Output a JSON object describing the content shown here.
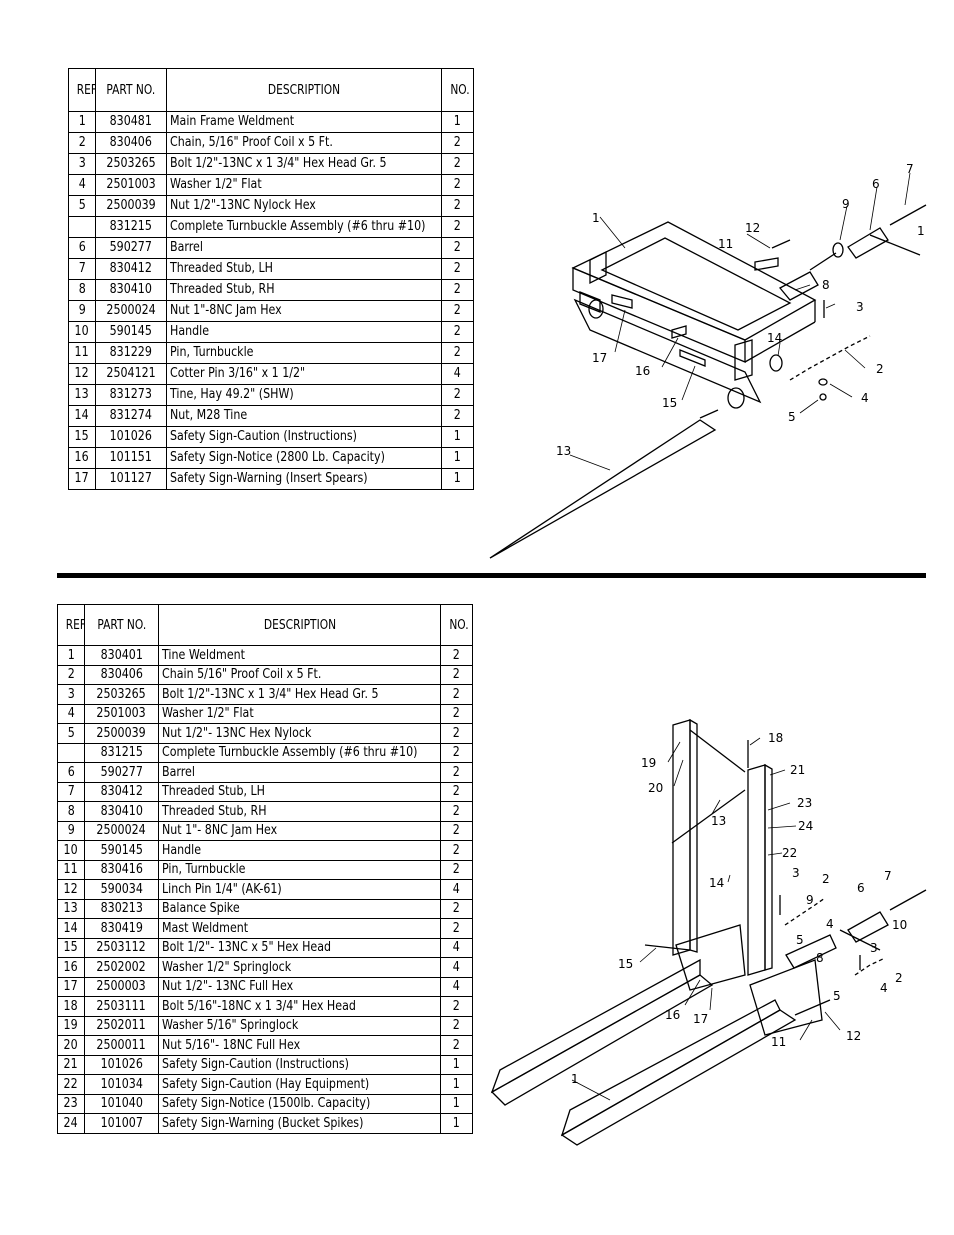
{
  "table1": {
    "headers": {
      "ref": "REF NO.",
      "part": "PART NO.",
      "desc": "DESCRIPTION",
      "req": "NO. REQ."
    },
    "rows": [
      {
        "ref": "1",
        "part": "830481",
        "desc": "Main Frame Weldment",
        "req": "1"
      },
      {
        "ref": "2",
        "part": "830406",
        "desc": "Chain, 5/16\" Proof Coil x 5 Ft.",
        "req": "2"
      },
      {
        "ref": "3",
        "part": "2503265",
        "desc": "Bolt 1/2\"-13NC x 1 3/4\" Hex Head Gr. 5",
        "req": "2"
      },
      {
        "ref": "4",
        "part": "2501003",
        "desc": "Washer 1/2\" Flat",
        "req": "2"
      },
      {
        "ref": "5",
        "part": "2500039",
        "desc": "Nut 1/2\"-13NC Nylock Hex",
        "req": "2"
      },
      {
        "ref": "",
        "part": "831215",
        "desc": "Complete Turnbuckle Assembly (#6 thru #10)",
        "req": "2"
      },
      {
        "ref": "6",
        "part": "590277",
        "desc": "Barrel",
        "req": "2"
      },
      {
        "ref": "7",
        "part": "830412",
        "desc": "Threaded Stub, LH",
        "req": "2"
      },
      {
        "ref": "8",
        "part": "830410",
        "desc": "Threaded Stub, RH",
        "req": "2"
      },
      {
        "ref": "9",
        "part": "2500024",
        "desc": "Nut 1\"-8NC Jam Hex",
        "req": "2"
      },
      {
        "ref": "10",
        "part": "590145",
        "desc": "Handle",
        "req": "2"
      },
      {
        "ref": "11",
        "part": "831229",
        "desc": "Pin, Turnbuckle",
        "req": "2"
      },
      {
        "ref": "12",
        "part": "2504121",
        "desc": "Cotter Pin 3/16\" x 1 1/2\"",
        "req": "4"
      },
      {
        "ref": "13",
        "part": "831273",
        "desc": "Tine, Hay 49.2\" (SHW)",
        "req": "2"
      },
      {
        "ref": "14",
        "part": "831274",
        "desc": "Nut, M28 Tine",
        "req": "2"
      },
      {
        "ref": "15",
        "part": "101026",
        "desc": "Safety Sign-Caution (Instructions)",
        "req": "1"
      },
      {
        "ref": "16",
        "part": "101151",
        "desc": "Safety Sign-Notice (2800 Lb. Capacity)",
        "req": "1"
      },
      {
        "ref": "17",
        "part": "101127",
        "desc": "Safety Sign-Warning (Insert Spears)",
        "req": "1"
      }
    ]
  },
  "table2": {
    "headers": {
      "ref": "REF NO.",
      "part": "PART NO.",
      "desc": "DESCRIPTION",
      "req": "NO. REQ."
    },
    "rows": [
      {
        "ref": "1",
        "part": "830401",
        "desc": "Tine Weldment",
        "req": "2"
      },
      {
        "ref": "2",
        "part": "830406",
        "desc": "Chain 5/16\" Proof Coil x 5 Ft.",
        "req": "2"
      },
      {
        "ref": "3",
        "part": "2503265",
        "desc": "Bolt 1/2\"-13NC x 1 3/4\" Hex Head Gr. 5",
        "req": "2"
      },
      {
        "ref": "4",
        "part": "2501003",
        "desc": "Washer 1/2\" Flat",
        "req": "2"
      },
      {
        "ref": "5",
        "part": "2500039",
        "desc": "Nut 1/2\"- 13NC Hex Nylock",
        "req": "2"
      },
      {
        "ref": "",
        "part": "831215",
        "desc": "Complete Turnbuckle Assembly (#6 thru #10)",
        "req": "2"
      },
      {
        "ref": "6",
        "part": "590277",
        "desc": "Barrel",
        "req": "2"
      },
      {
        "ref": "7",
        "part": "830412",
        "desc": "Threaded Stub, LH",
        "req": "2"
      },
      {
        "ref": "8",
        "part": "830410",
        "desc": "Threaded Stub, RH",
        "req": "2"
      },
      {
        "ref": "9",
        "part": "2500024",
        "desc": "Nut 1\"- 8NC Jam Hex",
        "req": "2"
      },
      {
        "ref": "10",
        "part": "590145",
        "desc": "Handle",
        "req": "2"
      },
      {
        "ref": "11",
        "part": "830416",
        "desc": "Pin, Turnbuckle",
        "req": "2"
      },
      {
        "ref": "12",
        "part": "590034",
        "desc": "Linch Pin 1/4\" (AK-61)",
        "req": "4"
      },
      {
        "ref": "13",
        "part": "830213",
        "desc": "Balance Spike",
        "req": "2"
      },
      {
        "ref": "14",
        "part": "830419",
        "desc": "Mast Weldment",
        "req": "2"
      },
      {
        "ref": "15",
        "part": "2503112",
        "desc": "Bolt 1/2\"- 13NC x 5\" Hex Head",
        "req": "4"
      },
      {
        "ref": "16",
        "part": "2502002",
        "desc": "Washer 1/2\" Springlock",
        "req": "4"
      },
      {
        "ref": "17",
        "part": "2500003",
        "desc": "Nut 1/2\"- 13NC Full Hex",
        "req": "4"
      },
      {
        "ref": "18",
        "part": "2503111",
        "desc": "Bolt 5/16\"-18NC x 1 3/4\" Hex Head",
        "req": "2"
      },
      {
        "ref": "19",
        "part": "2502011",
        "desc": "Washer 5/16\" Springlock",
        "req": "2"
      },
      {
        "ref": "20",
        "part": "2500011",
        "desc": "Nut 5/16\"- 18NC Full Hex",
        "req": "2"
      },
      {
        "ref": "21",
        "part": "101026",
        "desc": "Safety Sign-Caution (Instructions)",
        "req": "1"
      },
      {
        "ref": "22",
        "part": "101034",
        "desc": "Safety Sign-Caution (Hay Equipment)",
        "req": "1"
      },
      {
        "ref": "23",
        "part": "101040",
        "desc": "Safety Sign-Notice (1500lb. Capacity)",
        "req": "1"
      },
      {
        "ref": "24",
        "part": "101007",
        "desc": "Safety Sign-Warning (Bucket Spikes)",
        "req": "1"
      }
    ]
  },
  "diagram1": {
    "callouts": [
      "1",
      "2",
      "3",
      "4",
      "5",
      "6",
      "7",
      "8",
      "9",
      "11",
      "12",
      "13",
      "14",
      "15",
      "16",
      "17",
      "1"
    ]
  },
  "diagram2": {
    "callouts": [
      "1",
      "2",
      "3",
      "4",
      "5",
      "6",
      "7",
      "8",
      "9",
      "10",
      "11",
      "12",
      "13",
      "14",
      "15",
      "16",
      "17",
      "18",
      "19",
      "20",
      "21",
      "22",
      "23",
      "24",
      "2",
      "3",
      "4",
      "5"
    ]
  }
}
